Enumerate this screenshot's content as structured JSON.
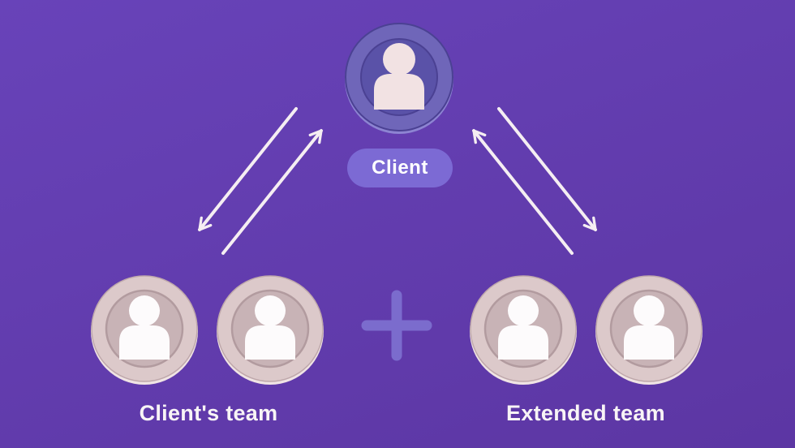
{
  "client": {
    "label": "Client"
  },
  "teams": {
    "left": {
      "label": "Client's team",
      "member_count": 2
    },
    "right": {
      "label": "Extended team",
      "member_count": 2
    }
  },
  "relations": [
    {
      "from": "Client",
      "to": "Client's team",
      "bidirectional": true
    },
    {
      "from": "Client",
      "to": "Extended team",
      "bidirectional": true
    }
  ],
  "icons": {
    "client": "person-icon",
    "team_member": "person-icon",
    "separator": "plus-icon",
    "links": "double-arrow-icon"
  },
  "colors": {
    "background_top": "#6843b9",
    "background_bottom": "#5c36a3",
    "pill_background": "#7c6ad4",
    "accent_plus": "#7b6ccd",
    "client_ring": "#6f66b9",
    "client_inner": "#5a52a8",
    "client_edge": "#4b4193",
    "client_rim_light": "#8d84d2",
    "team_ring": "#dcc9ca",
    "team_inner": "#c8b3b6",
    "team_edge": "#bfa8ab",
    "team_groove": "#b29b9f",
    "team_rim_light": "#f0e4e4",
    "person_cream": "#f2e2e3",
    "person_white": "#fdfbfc",
    "arrow": "#f5eef2",
    "label_text": "#f8f4f6"
  }
}
